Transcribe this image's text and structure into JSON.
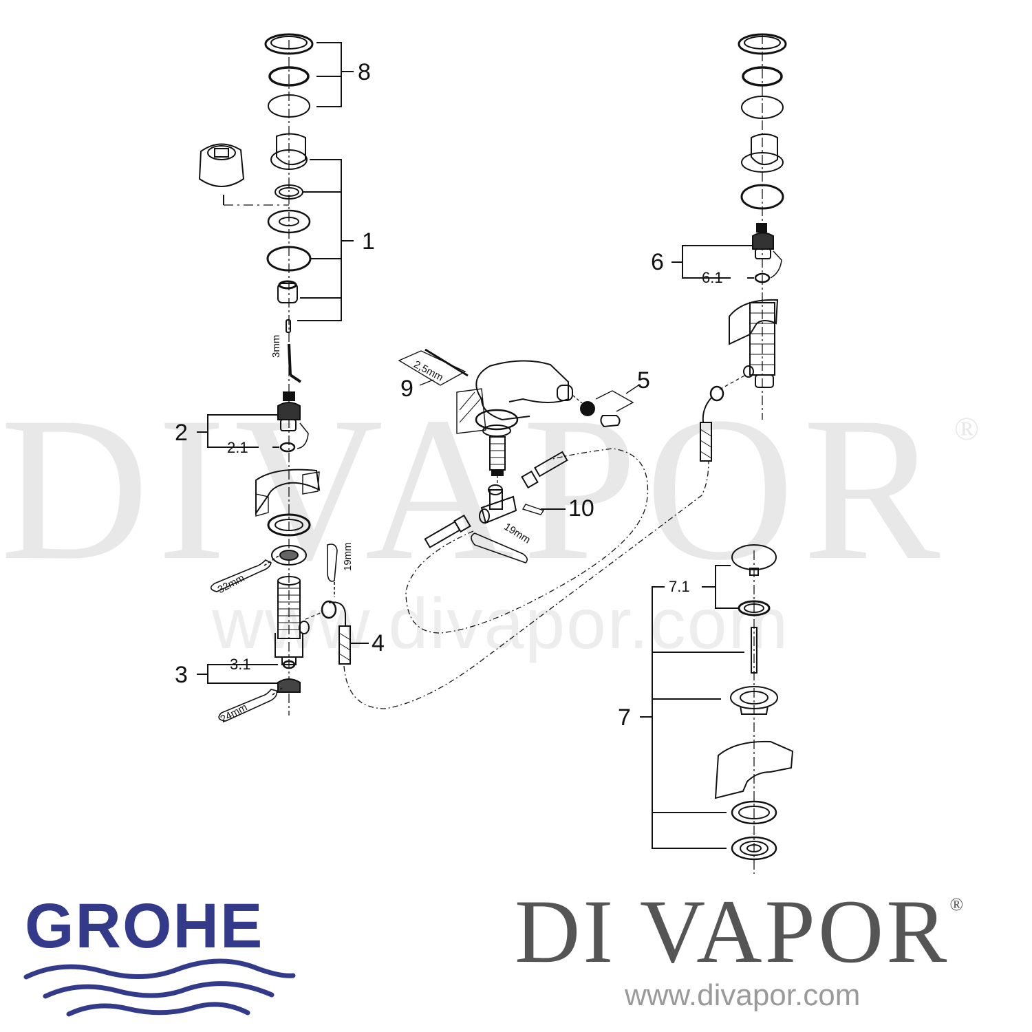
{
  "watermark": {
    "text": "DIVAPOR",
    "registered": "®",
    "url": "www.divapor.com"
  },
  "callouts": {
    "c1": "1",
    "c2": "2",
    "c2_1": "2.1",
    "c3": "3",
    "c3_1": "3.1",
    "c4": "4",
    "c5": "5",
    "c6": "6",
    "c6_1": "6.1",
    "c7": "7",
    "c7_1": "7.1",
    "c8": "8",
    "c9": "9",
    "c10": "10"
  },
  "tools": {
    "hex_key_3": "3mm",
    "hex_key_2_5": "2,5mm",
    "wrench_32": "32mm",
    "wrench_19_left": "19mm",
    "wrench_19_center": "19mm",
    "wrench_24": "24mm"
  },
  "branding": {
    "manufacturer": "GROHE",
    "manufacturer_color": "#333a8a",
    "retailer": "DI VAPOR",
    "retailer_registered": "®",
    "retailer_color": "#555555",
    "retailer_url": "www.divapor.com"
  }
}
